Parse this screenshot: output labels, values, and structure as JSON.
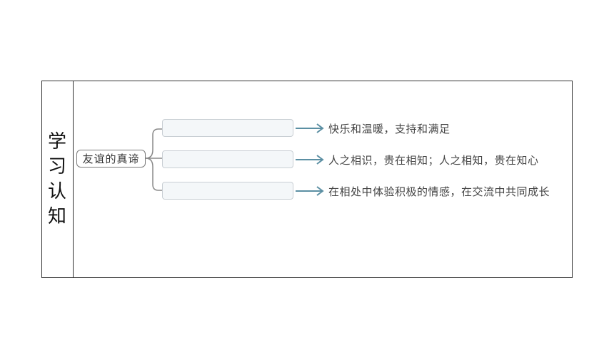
{
  "side_title": [
    "学",
    "习",
    "认",
    "知"
  ],
  "topic": "友谊的真谛",
  "answers": [
    "快乐和温暖，支持和满足",
    "人之相识，贵在相知；人之相知，贵在知心",
    "在相处中体验积极的情感，在交流中共同成长"
  ],
  "colors": {
    "arrow": "#5b8fa3",
    "border": "#333333",
    "blank_fill": "#f4f7f9"
  }
}
